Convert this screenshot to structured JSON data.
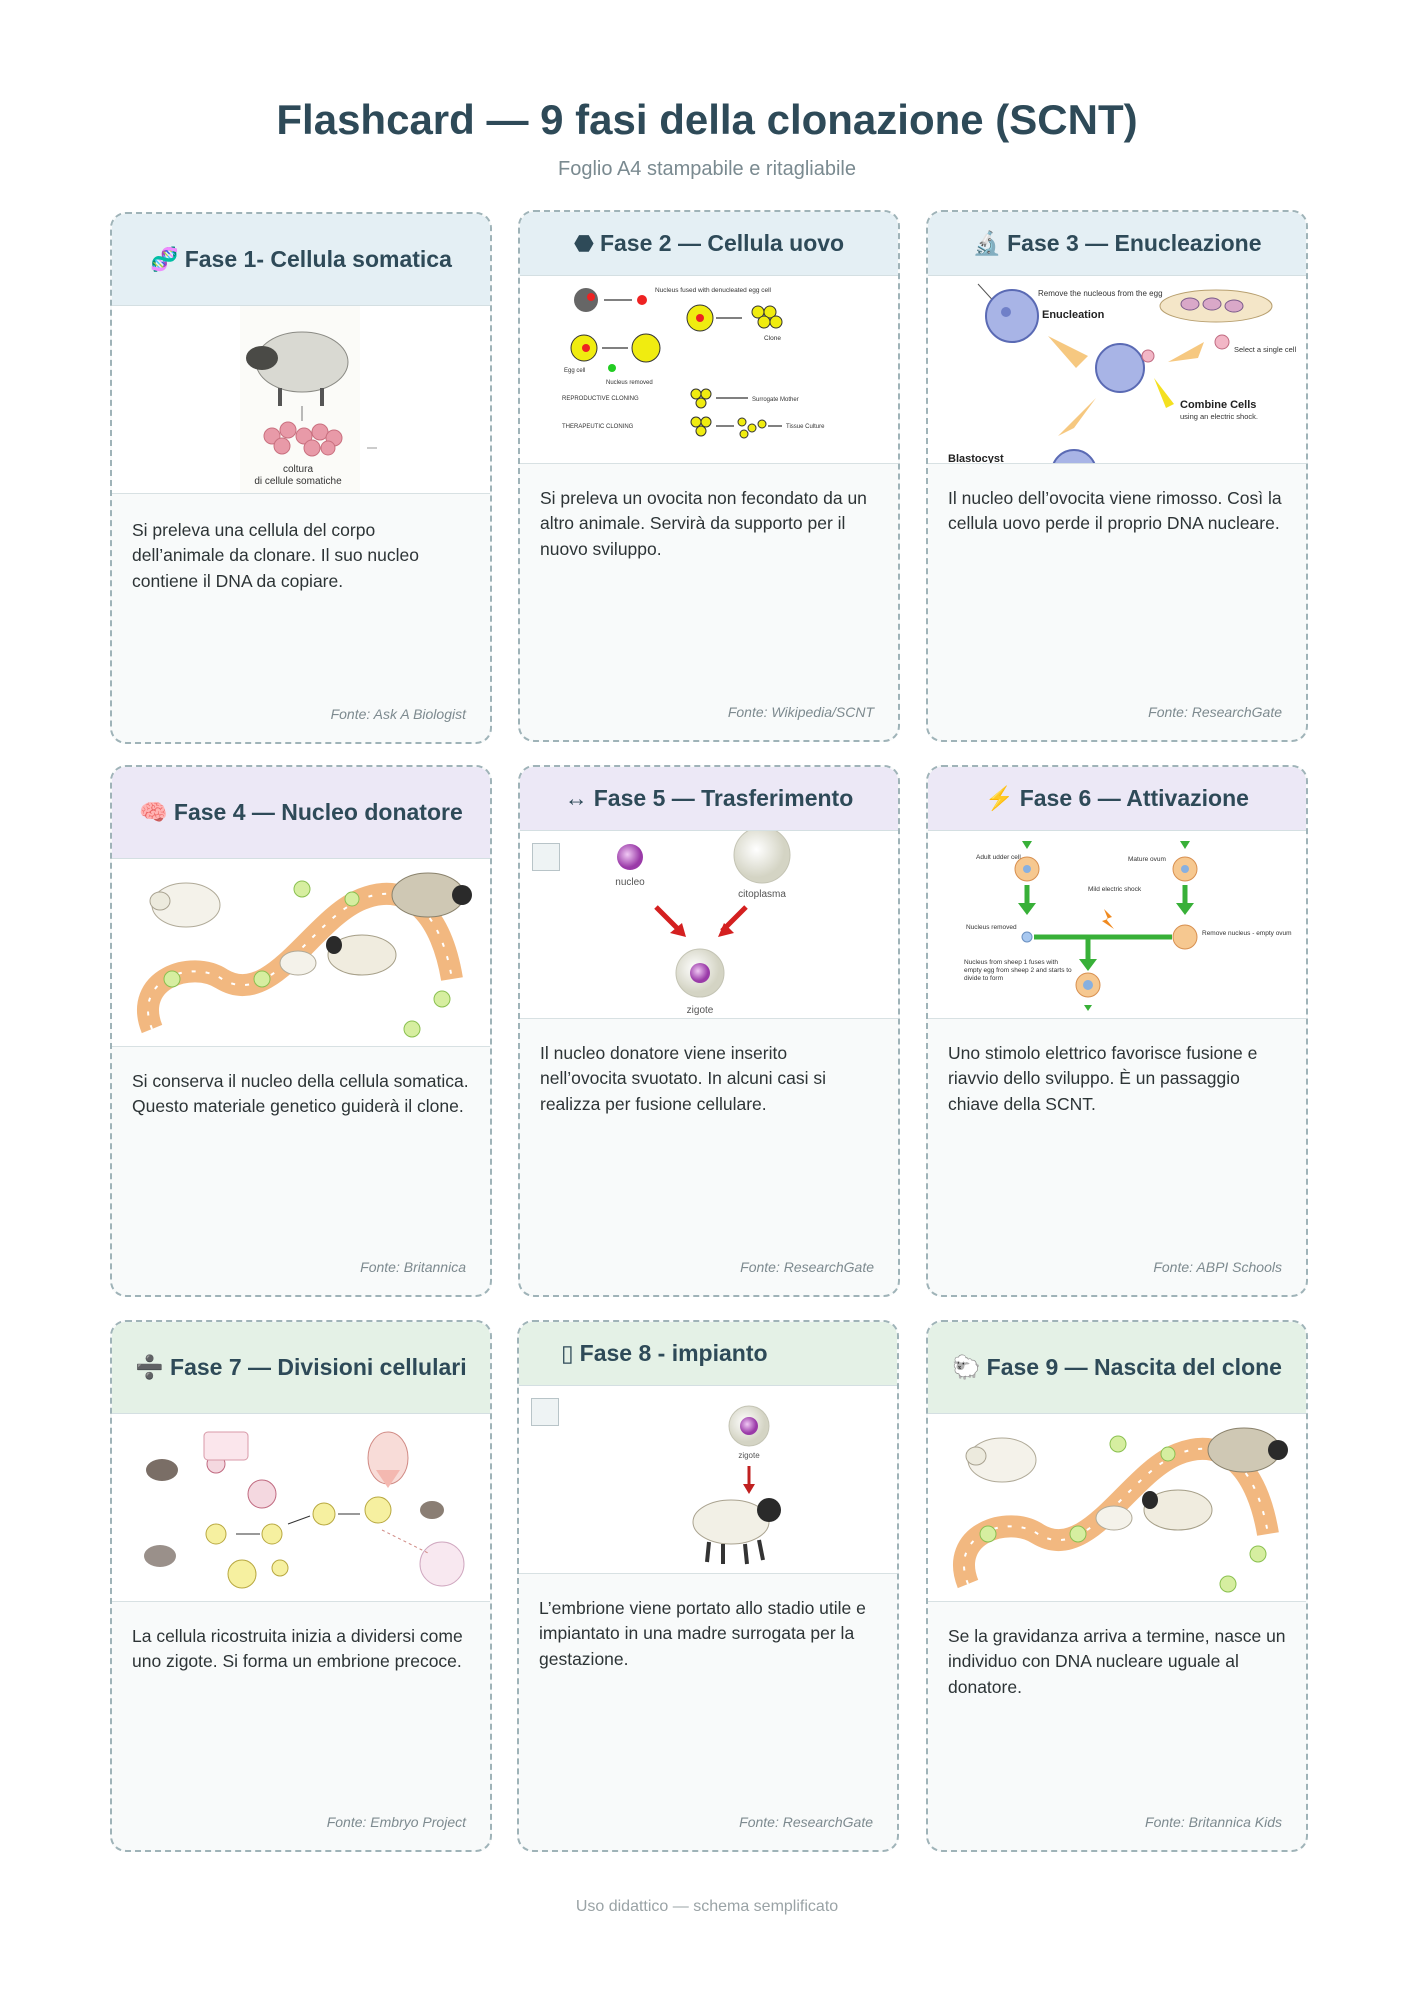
{
  "header": {
    "title": "Flashcard — 9 fasi della clonazione (SCNT)",
    "subtitle": "Foglio A4 stampabile e ritagliabile"
  },
  "cards": [
    {
      "icon": "dna-icon",
      "icon_glyph": "🧬",
      "title": "Fase 1- Cellula somatica",
      "text": "Si preleva una cellula del corpo dell’animale da clonare. Il suo nucleo contiene il DNA da copiare.",
      "source": "Fonte: Ask A Biologist",
      "image_caption_line1": "coltura",
      "image_caption_line2": "di cellule somatiche"
    },
    {
      "icon": "egg-icon",
      "icon_glyph": "⬣",
      "title": "Fase 2 — Cellula uovo",
      "text": "Si preleva un ovocita non fecondato da un altro animale. Servirà da supporto per il nuovo sviluppo.",
      "source": "Fonte: Wikipedia/SCNT",
      "image_labels": [
        "Nucleus fused with denucleated egg cell",
        "Clone",
        "Egg cell",
        "Nucleus removed",
        "REPRODUCTIVE CLONING",
        "Surrogate Mother",
        "THERAPEUTIC CLONING",
        "Tissue Culture"
      ]
    },
    {
      "icon": "microscope-icon",
      "icon_glyph": "🔬",
      "title": "Fase 3 — Enucleazione",
      "text": "Il nucleo dell’ovocita viene rimosso. Così la cellula uovo perde il proprio DNA nucleare.",
      "source": "Fonte: ResearchGate",
      "image_labels": [
        "Remove the nucleous from the egg",
        "Enucleation",
        "Select a single cell",
        "Combine Cells",
        "using an electric shock.",
        "Blastocyst"
      ]
    },
    {
      "icon": "brain-icon",
      "icon_glyph": "🧠",
      "title": "Fase 4 — Nucleo donatore",
      "text": "Si conserva il nucleo della cellula somatica. Questo materiale genetico guiderà il clone.",
      "source": "Fonte: Britannica"
    },
    {
      "icon": "arrows-horizontal-icon",
      "icon_glyph": "↔",
      "title": "Fase 5 — Trasferimento",
      "text": "Il nucleo donatore viene inserito nell’ovocita svuotato. In alcuni casi si realizza per fusione cellulare.",
      "source": "Fonte: ResearchGate",
      "image_labels": [
        "nucleo",
        "citoplasma",
        "zigote"
      ]
    },
    {
      "icon": "lightning-icon",
      "icon_glyph": "⚡",
      "title": "Fase 6 — Attivazione",
      "text": "Uno stimolo elettrico favorisce fusione e riavvio dello sviluppo. È un passaggio chiave della SCNT.",
      "source": "Fonte: ABPI Schools",
      "image_labels": [
        "Adult udder cell",
        "Mature ovum",
        "Mild electric shock",
        "Nucleus removed",
        "Remove nucleus - empty ovum",
        "Nucleus from sheep 1 fuses with empty egg from sheep 2 and starts to divide to form"
      ]
    },
    {
      "icon": "divide-icon",
      "icon_glyph": "➗",
      "title": "Fase 7 — Divisioni cellulari",
      "text": "La cellula ricostruita inizia a dividersi come uno zigote. Si forma un embrione precoce.",
      "source": "Fonte: Embryo Project"
    },
    {
      "icon": "missing-glyph-icon",
      "icon_glyph": "▯",
      "title": "Fase 8 - impianto",
      "text": "L’embrione viene portato allo stadio utile e impiantato in una madre surrogata per la gestazione.",
      "source": "Fonte: ResearchGate",
      "image_labels": [
        "zigote"
      ]
    },
    {
      "icon": "sheep-icon",
      "icon_glyph": "🐑",
      "title": "Fase 9 — Nascita del clone",
      "text": "Se la gravidanza arriva a termine, nasce un individuo con DNA nucleare uguale al donatore.",
      "source": "Fonte: Britannica Kids"
    }
  ],
  "footer": "Uso didattico — schema semplificato",
  "colors": {
    "blue_header": "#e4eff4",
    "lilac_header": "#ece8f6",
    "green_header": "#e4f1e6",
    "title": "#2e4a58",
    "border": "#9fb3b8"
  }
}
